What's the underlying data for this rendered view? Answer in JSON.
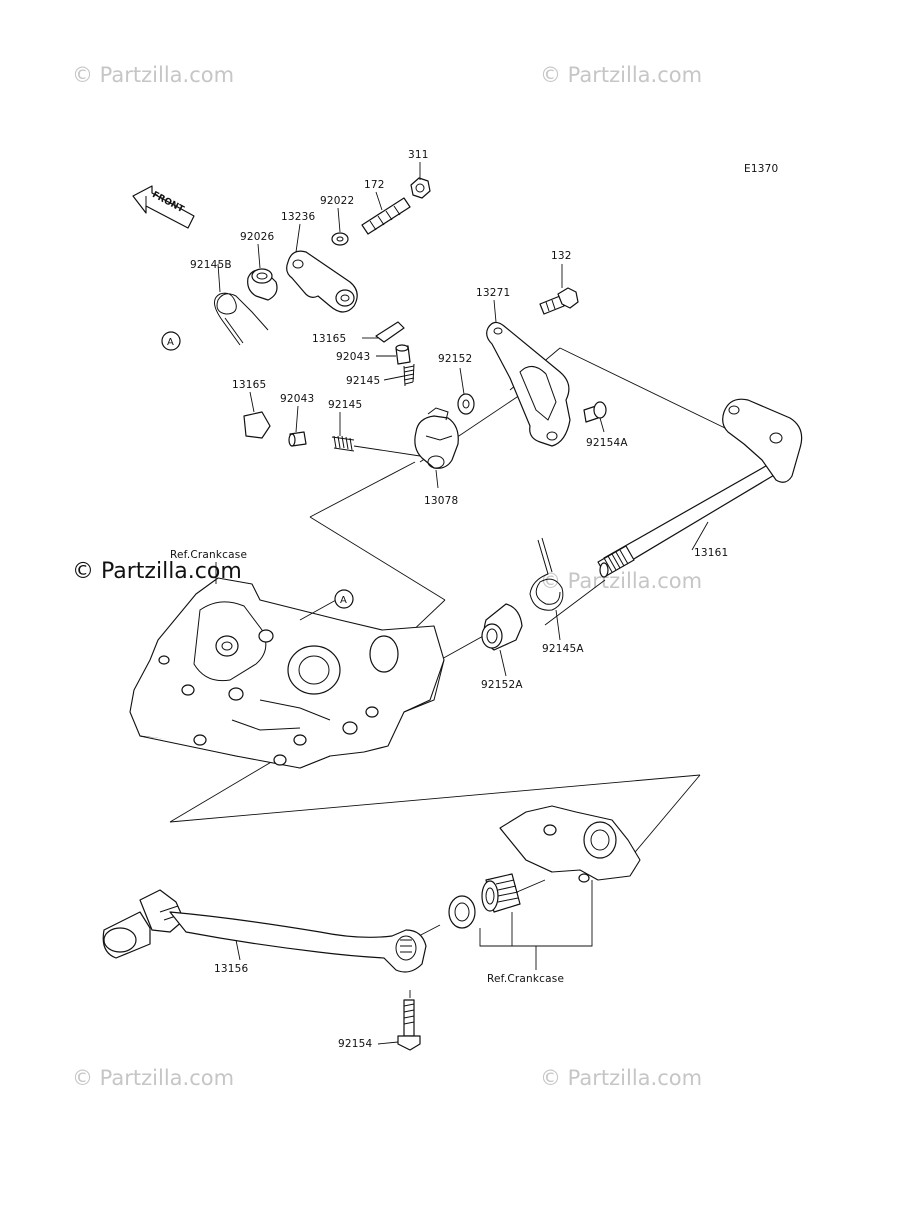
{
  "diagram_id": "E1370",
  "watermarks": {
    "small": "© Partzilla.com",
    "large": "© Partzilla.com"
  },
  "front_arrow": "FRONT",
  "callouts": {
    "a": "A"
  },
  "labels": {
    "p311": "311",
    "p172": "172",
    "p92022": "92022",
    "p13236": "13236",
    "p92026": "92026",
    "p92145B": "92145B",
    "p132": "132",
    "p13271": "13271",
    "p13165_top": "13165",
    "p92043_top": "92043",
    "p92152": "92152",
    "p92145_top": "92145",
    "p13165_left": "13165",
    "p92043_left": "92043",
    "p92145_left": "92145",
    "p92154A": "92154A",
    "p13078": "13078",
    "p13161": "13161",
    "ref_crankcase_top": "Ref.Crankcase",
    "p92145A": "92145A",
    "p92152A": "92152A",
    "p13156": "13156",
    "ref_crankcase_bottom": "Ref.Crankcase",
    "p92154": "92154"
  }
}
